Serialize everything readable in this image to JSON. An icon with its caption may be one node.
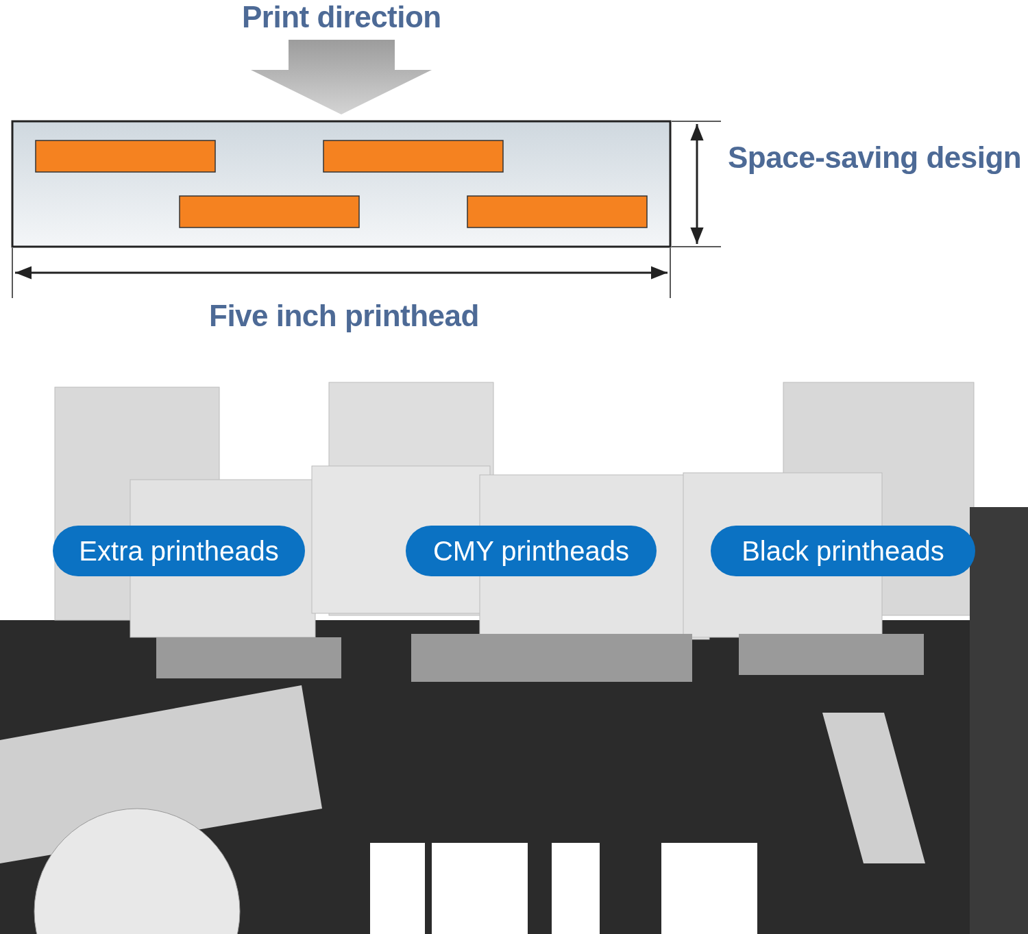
{
  "diagram": {
    "nodes": [
      {
        "text": [
          "Extra printheads"
        ]
      },
      {
        "text": [
          "CMY printheads"
        ]
      },
      {
        "text": [
          "Black printheads"
        ]
      }
    ],
    "labels": [
      "Print direction",
      "Space-saving design",
      "Five inch printhead"
    ]
  }
}
